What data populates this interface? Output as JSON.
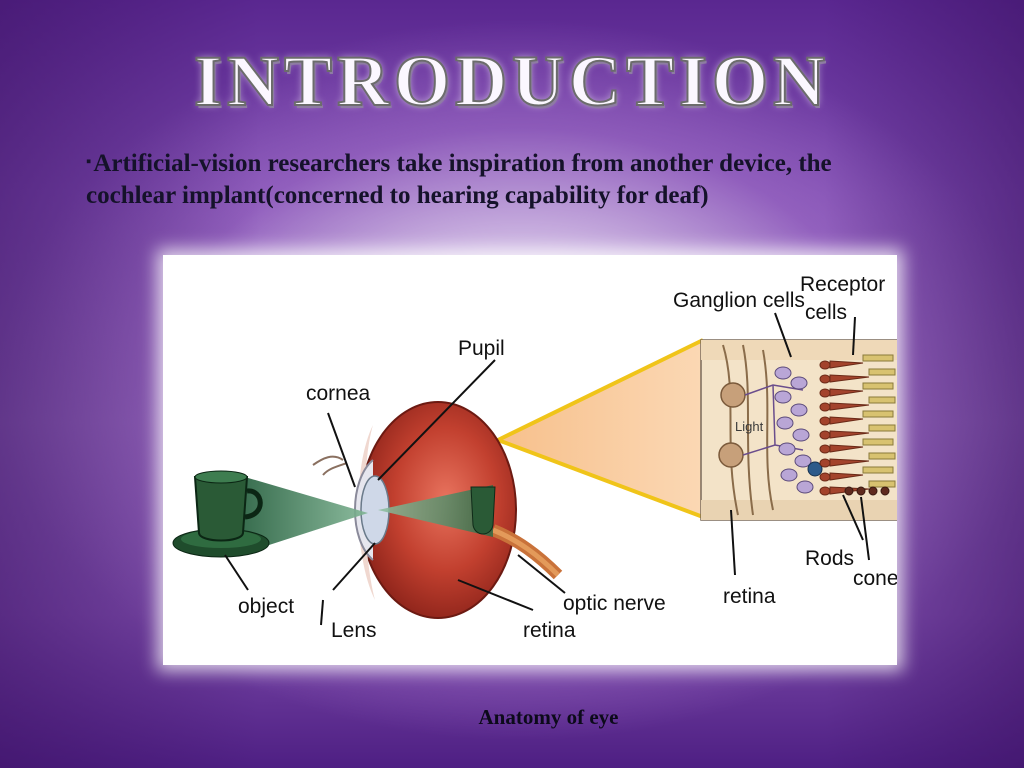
{
  "slide": {
    "title": "INTRODUCTION",
    "bullet_marker": "▪",
    "bullet_text": "Artificial-vision researchers take inspiration from another device, the cochlear implant(concerned to hearing capability for deaf)",
    "caption": "Anatomy of eye"
  },
  "diagram": {
    "labels": {
      "pupil": "Pupil",
      "cornea": "cornea",
      "object": "object",
      "lens": "Lens",
      "optic_nerve": "optic nerve",
      "retina_eye": "retina",
      "ganglion_cells": "Ganglion cells",
      "receptor_line1": "Receptor",
      "receptor_line2": "cells",
      "light": "Light",
      "rods": "Rods",
      "cones": "cones",
      "retina_detail": "retina"
    }
  },
  "colors": {
    "eyeball": "#b63a2c",
    "light_cone": "#f5c28a",
    "beam": "#2e6b45",
    "cup": "#2a5a36",
    "frame_glow": "#ffffff"
  }
}
